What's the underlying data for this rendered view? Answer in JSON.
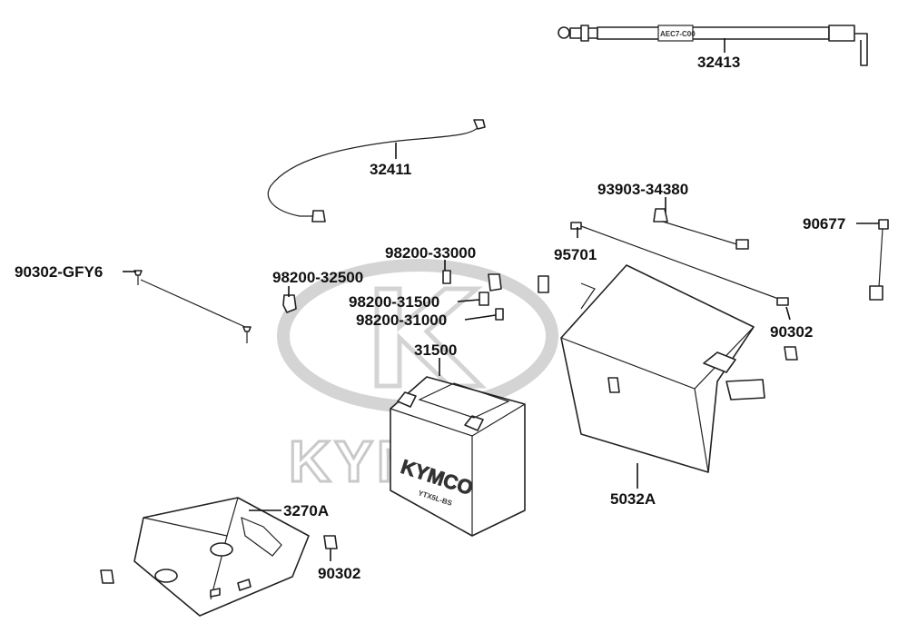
{
  "watermark": {
    "brand": "KYMCO"
  },
  "labels": {
    "p32413": "32413",
    "p32411": "32411",
    "p93903": "93903-34380",
    "p90677": "90677",
    "p95701": "95701",
    "p98200_33000": "98200-33000",
    "p90302_gfy6": "90302-GFY6",
    "p98200_32500": "98200-32500",
    "p98200_31500": "98200-31500",
    "p98200_31000": "98200-31000",
    "p90302_right": "90302",
    "p31500": "31500",
    "p3270a": "3270A",
    "p5032a": "5032A",
    "p90302_bottom": "90302"
  },
  "cable_tag": "AEC7-C00",
  "battery_text": {
    "brand": "KYMCO",
    "model": "YTX5L-BS"
  }
}
